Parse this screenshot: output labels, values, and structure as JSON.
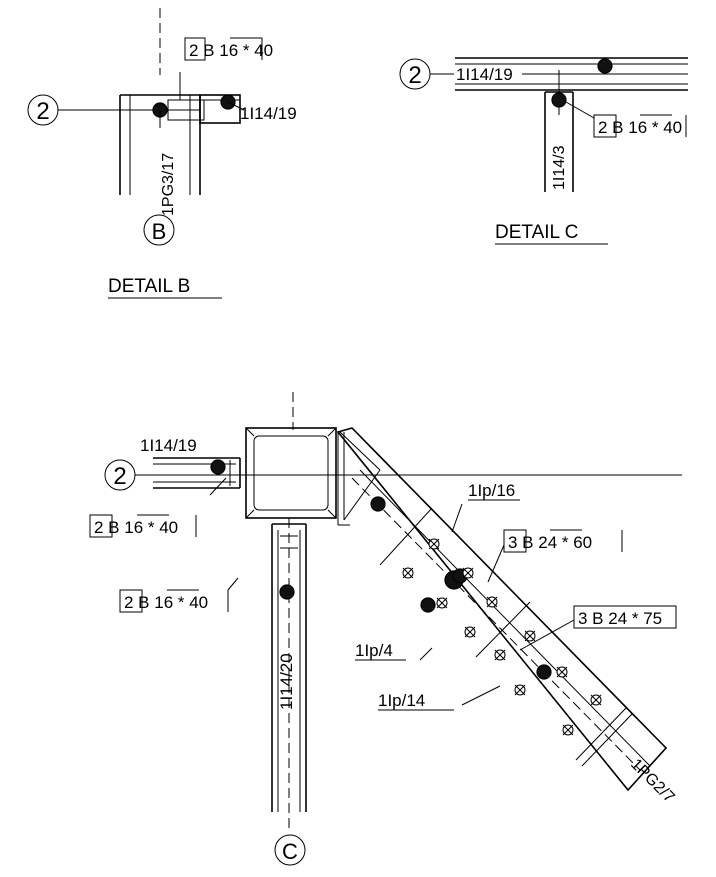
{
  "detail_b": {
    "grid_label": "2",
    "bolt_spec": "2 B 16 * 40",
    "member_right": "1I14/19",
    "member_post": "1PG3/17",
    "section_mark": "B",
    "title": "DETAIL B"
  },
  "detail_c": {
    "grid_label": "2",
    "member_top": "1I14/19",
    "member_post": "1I14/3",
    "bolt_spec": "2 B 16 * 40",
    "title": "DETAIL C"
  },
  "main": {
    "member_left": "1I14/19",
    "grid_label": "2",
    "bolt_spec_1": "2 B 16 * 40",
    "bolt_spec_2": "2 B 16 * 40",
    "member_column": "1I14/20",
    "section_mark": "C",
    "plate_16": "1Ip/16",
    "plate_4": "1Ip/4",
    "plate_14": "1Ip/14",
    "bolt_spec_3": "3 B 24 * 60",
    "bolt_spec_4": "3 B 24 * 75",
    "member_diag": "1PG2/7"
  }
}
